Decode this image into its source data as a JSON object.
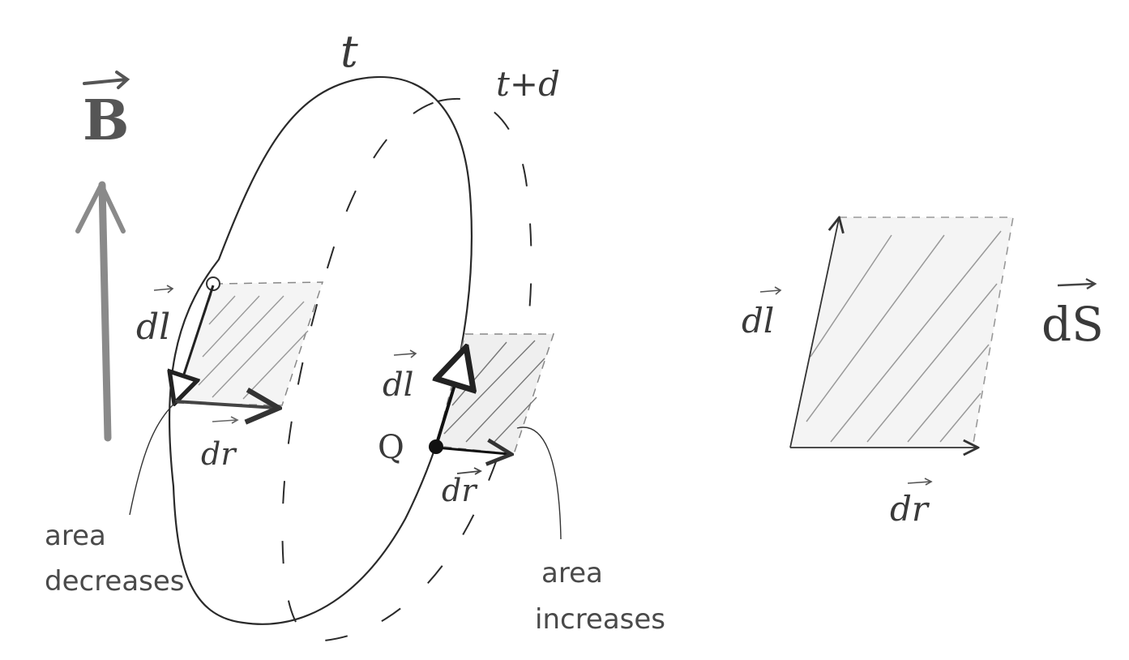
{
  "field_label": "B",
  "time_now_label": "t",
  "time_later_label": "t+d",
  "left_segment": {
    "dl_label": "dl",
    "dr_label": "dr"
  },
  "right_segment": {
    "dl_label": "dl",
    "dr_label": "dr",
    "point_label": "Q"
  },
  "annotations": {
    "area_decreases": [
      "area",
      "decreases"
    ],
    "area_increases": [
      "area",
      "increases"
    ]
  },
  "parallelogram": {
    "dl_label": "dl",
    "dr_label": "dr",
    "ds_label": "dS"
  },
  "colors": {
    "ink": "#3a3a3a",
    "hatch": "#9a9a9a",
    "field_arrow": "#8a8a8a"
  }
}
